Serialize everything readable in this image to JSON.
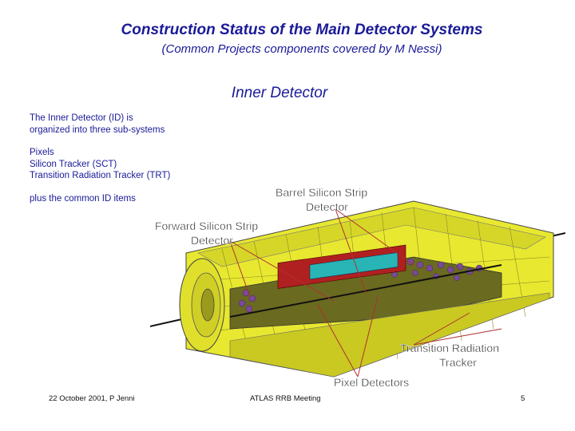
{
  "header": {
    "title": "Construction Status of the Main Detector Systems",
    "subtitle": "(Common Projects components covered by M Nessi)"
  },
  "section": {
    "heading": "Inner Detector"
  },
  "body": {
    "intro_lines": [
      "The Inner Detector (ID) is",
      "organized into three sub-systems"
    ],
    "subsystems": [
      "Pixels",
      "Silicon Tracker (SCT)",
      "Transition Radiation Tracker (TRT)"
    ],
    "plus_line": "plus the common ID items"
  },
  "figure": {
    "labels": {
      "barrel": [
        "Barrel Silicon Strip",
        "Detector"
      ],
      "forward": [
        "Forward Silicon Strip",
        "Detector"
      ],
      "trt": [
        "Transition Radiation",
        "Tracker"
      ],
      "pixel": [
        "Pixel Detectors"
      ]
    },
    "colors": {
      "module_yellow": "#e8e830",
      "module_dark": "#b8b81c",
      "pixel_purple": "#7a4a9a",
      "core_cyan": "#29b5b5",
      "core_red": "#b02020",
      "leader_red": "#b03030"
    }
  },
  "footer": {
    "left": "22 October 2001, P Jenni",
    "center": "ATLAS RRB Meeting",
    "page": "5"
  }
}
